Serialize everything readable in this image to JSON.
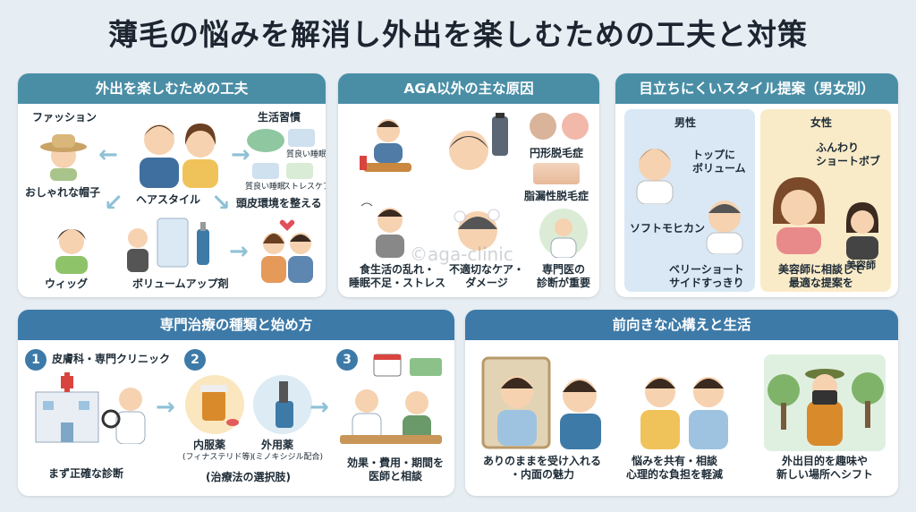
{
  "title": "薄毛の悩みを解消し外出を楽しむための工夫と対策",
  "watermark": "©aga-clinic",
  "panels": {
    "enjoy": {
      "header": "外出を楽しむための工夫",
      "fashion": "ファッション",
      "hat": "おしゃれな帽子",
      "hairstyle": "ヘアスタイル",
      "wig": "ウィッグ",
      "volume": "ボリュームアップ剤",
      "lifestyle": "生活習慣",
      "sleep1": "質良い睡眠",
      "sleep2": "質良い睡眠",
      "stress": "ストレスケア",
      "scalp": "頭皮環境を整える"
    },
    "causes": {
      "header": "AGA以外の主な原因",
      "alopecia": "円形脱毛症",
      "seborrheic": "脂漏性脱毛症",
      "diet": "食生活の乱れ・\n睡眠不足・ストレス",
      "care": "不適切なケア・\nダメージ",
      "doctor": "専門医の\n診断が重要"
    },
    "style": {
      "header": "目立ちにくいスタイル提案（男女別）",
      "male": "男性",
      "female": "女性",
      "top_volume": "トップに\nボリューム",
      "soft_mohican": "ソフトモヒカン",
      "very_short": "ベリーショート\nサイドすっきり",
      "fluffy_bob": "ふんわり\nショートボブ",
      "stylist": "美容師",
      "consult_stylist": "美容師に相談して\n最適な提案を"
    },
    "treatment": {
      "header": "専門治療の種類と始め方",
      "step1_num": "1",
      "step1": "皮膚科・専門クリニック",
      "step1_caption": "まず正確な診断",
      "step2_num": "2",
      "oral": "内服薬",
      "oral_note": "(フィナステリド等)",
      "topical": "外用薬",
      "topical_note": "(ミノキシジル配合)",
      "step2_caption": "(治療法の選択肢)",
      "step3_num": "3",
      "step3_caption": "効果・費用・期間を\n医師と相談"
    },
    "mindset": {
      "header": "前向きな心構えと生活",
      "accept": "ありのままを受け入れる\n・内面の魅力",
      "share": "悩みを共有・相談\n心理的な負担を軽減",
      "hobby": "外出目的を趣味や\n新しい場所へシフト"
    }
  },
  "colors": {
    "header_teal": "#4a8ea6",
    "header_blue": "#3d7aa8",
    "male_bg": "#d9e8f4",
    "female_bg": "#faebc8",
    "background": "#e6eef4"
  }
}
